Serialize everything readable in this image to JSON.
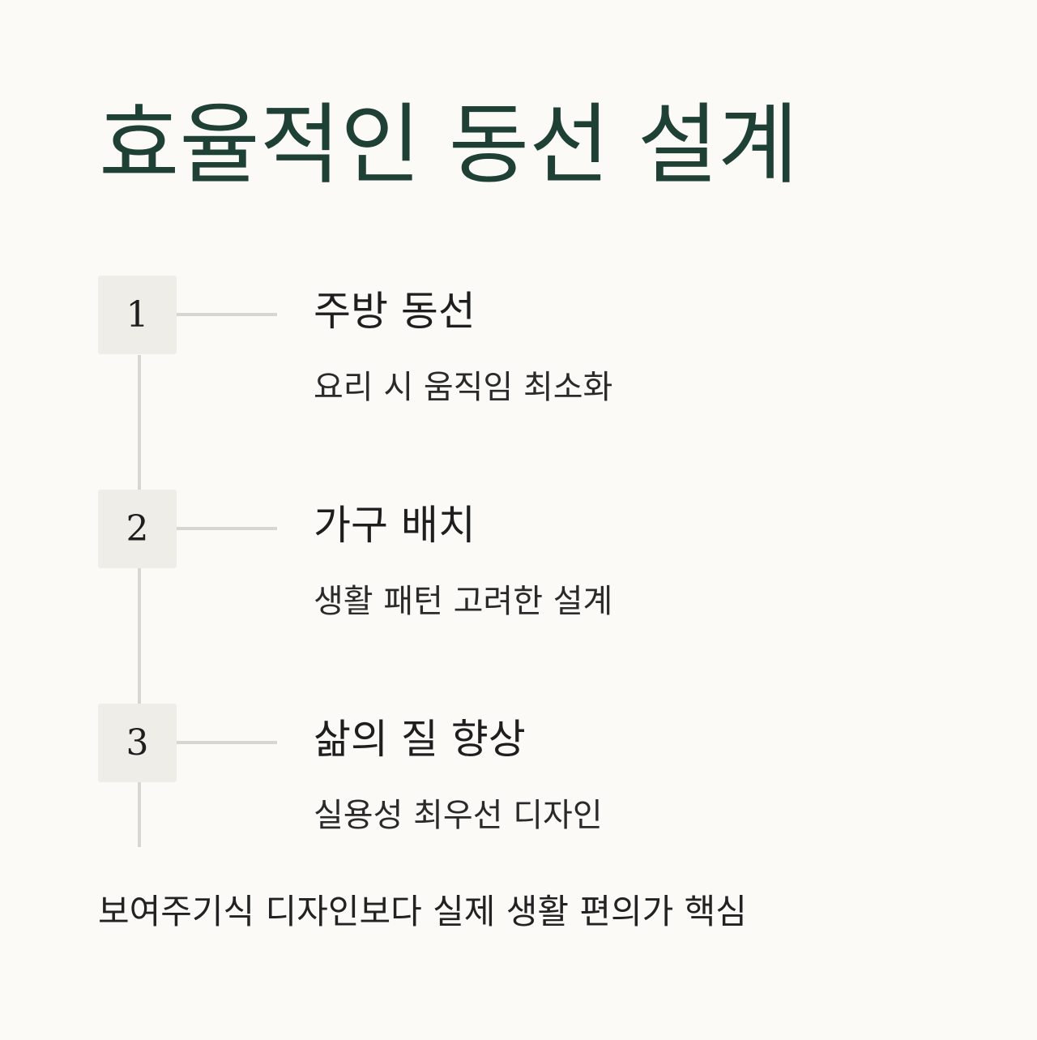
{
  "title": "효율적인 동선 설계",
  "steps": [
    {
      "number": "1",
      "title": "주방 동선",
      "description": "요리 시 움직임 최소화"
    },
    {
      "number": "2",
      "title": "가구 배치",
      "description": "생활 패턴 고려한 설계"
    },
    {
      "number": "3",
      "title": "삶의 질 향상",
      "description": "실용성 최우선 디자인"
    }
  ],
  "footer_note": "보여주기식 디자인보다 실제 생활 편의가 핵심",
  "colors": {
    "background": "#fbfaf6",
    "title": "#1f4034",
    "badge": "#efede7",
    "line": "#d8d6d0"
  }
}
